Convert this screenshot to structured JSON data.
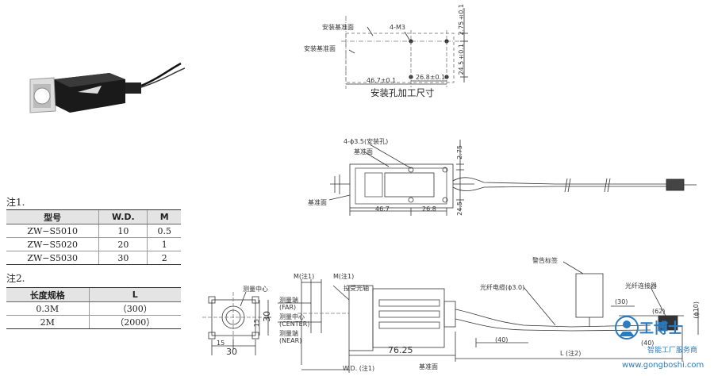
{
  "mounting": {
    "ref_surface_1": "安装基准面",
    "ref_surface_2": "安装基准面",
    "screw": "4-M3",
    "dim_width": "46.7±0.1",
    "dim_pitch": "26.8±0.1",
    "dim_top": "2.75±0.1",
    "dim_height": "24.5±0.1",
    "caption": "安装孔加工尺寸"
  },
  "side_view": {
    "hole_label": "4-ϕ3.5(安装孔)",
    "ref_label_top": "基准面",
    "ref_label_left": "基准面",
    "dim_width": "46.7",
    "dim_pitch": "26.8",
    "dim_top": "2.75",
    "dim_height": "24.5"
  },
  "table1": {
    "note": "注1.",
    "headers": [
      "型号",
      "W.D.",
      "M"
    ],
    "rows": [
      [
        "ZW−S5010",
        "10",
        "0.5"
      ],
      [
        "ZW−S5020",
        "20",
        "1"
      ],
      [
        "ZW−S5030",
        "30",
        "2"
      ]
    ]
  },
  "table2": {
    "note": "注2.",
    "headers": [
      "长度规格",
      "L"
    ],
    "rows": [
      [
        "0.3M",
        "（300）"
      ],
      [
        "2M",
        "（2000）"
      ]
    ]
  },
  "bottom_view": {
    "measure_center_front": "测量中心",
    "dim_15_h": "15",
    "dim_30_h": "30",
    "dim_15_v": "15",
    "dim_30_v": "30",
    "m_note_1": "M(注1)",
    "m_note_2": "M(注1)",
    "far": "测量端\n(FAR)",
    "center": "测量中心\n(CENTER)",
    "near": "测量端\n(NEAR)",
    "optical_axis": "投受光轴",
    "length": "76.25",
    "base_plane": "基准面",
    "wd": "W.D. (注1)",
    "cable": "光纤电缆(ϕ3.0)",
    "warning": "警告标签",
    "connector": "光纤连接器",
    "dim_30": "(30)",
    "dim_62": "(62)",
    "dim_40a": "(40)",
    "dim_40b": "(40)",
    "dim_phi10": "(ϕ10)",
    "l_note": "L (注2)"
  },
  "watermark": {
    "brand": "智能工厂服务商",
    "url": "www.gongboshi.com"
  }
}
